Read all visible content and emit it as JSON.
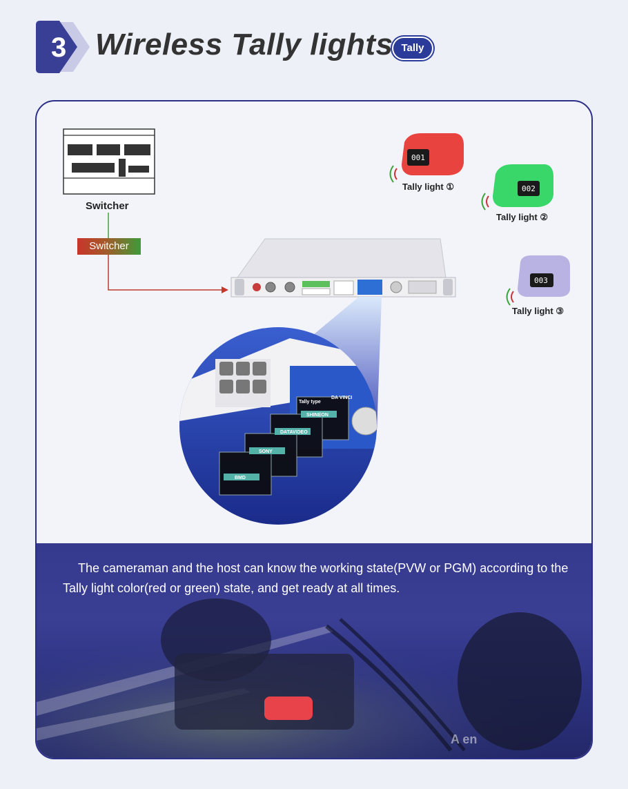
{
  "header": {
    "number": "3",
    "title": "Wireless Tally lights",
    "tag": "Tally"
  },
  "diagram": {
    "switcher_label": "Switcher",
    "switcher_connector_label": "Switcher",
    "tally_lights": [
      {
        "label": "Tally light ①",
        "display": "001",
        "color": "#e8433f"
      },
      {
        "label": "Tally light ②",
        "display": "002",
        "color": "#39d66a"
      },
      {
        "label": "Tally light ③",
        "display": "003",
        "color": "#b9b3e3"
      }
    ],
    "screens": [
      "Tally type",
      "BMD",
      "SONY",
      "DATAVIDEO",
      "SHINEON",
      "DA VINCI"
    ]
  },
  "description": "The cameraman and the host can know the working state(PVW or PGM) according to the Tally light color(red or green) state, and get ready at all times.",
  "colors": {
    "accent": "#2b2f87",
    "red": "#d63a30",
    "green": "#3eaa3a"
  }
}
